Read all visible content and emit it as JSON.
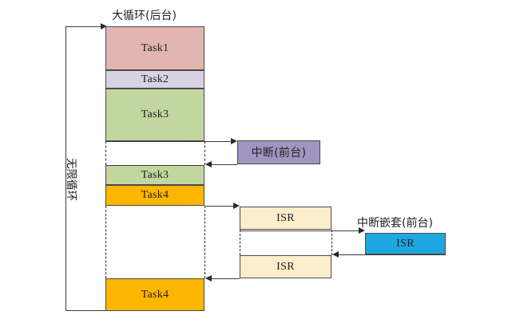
{
  "diagram": {
    "title_main_loop": "大循环(后台)",
    "title_nested_interrupt": "中断嵌套(前台)",
    "loop_label": "无限循环",
    "caption": "",
    "colors": {
      "task1": "#e2b5b0",
      "task2": "#d9d2e4",
      "task3": "#c2d6a0",
      "task4": "#ffb600",
      "interrupt": "#a294c0",
      "isr": "#fdeecb",
      "isr_nested": "#1ea7e1",
      "stroke": "#4a4a4a",
      "line": "#3c3c3c"
    },
    "background_blocks": [
      {
        "label": "Task1",
        "color_key": "task1"
      },
      {
        "label": "Task2",
        "color_key": "task2"
      },
      {
        "label": "Task3",
        "color_key": "task3"
      },
      {
        "label": "Task3",
        "color_key": "task3"
      },
      {
        "label": "Task4",
        "color_key": "task4"
      },
      {
        "label": "Task4",
        "color_key": "task4"
      }
    ],
    "foreground_blocks": [
      {
        "label": "中断(前台)",
        "color_key": "interrupt"
      },
      {
        "label": "ISR",
        "color_key": "isr"
      },
      {
        "label": "ISR",
        "color_key": "isr"
      },
      {
        "label": "ISR",
        "color_key": "isr_nested"
      }
    ],
    "blocks": {
      "task1": "Task1",
      "task2": "Task2",
      "task3_a": "Task3",
      "task3_b": "Task3",
      "task4_a": "Task4",
      "task4_b": "Task4",
      "interrupt": "中断(前台)",
      "isr_1": "ISR",
      "isr_2": "ISR",
      "isr_nested": "ISR"
    }
  }
}
